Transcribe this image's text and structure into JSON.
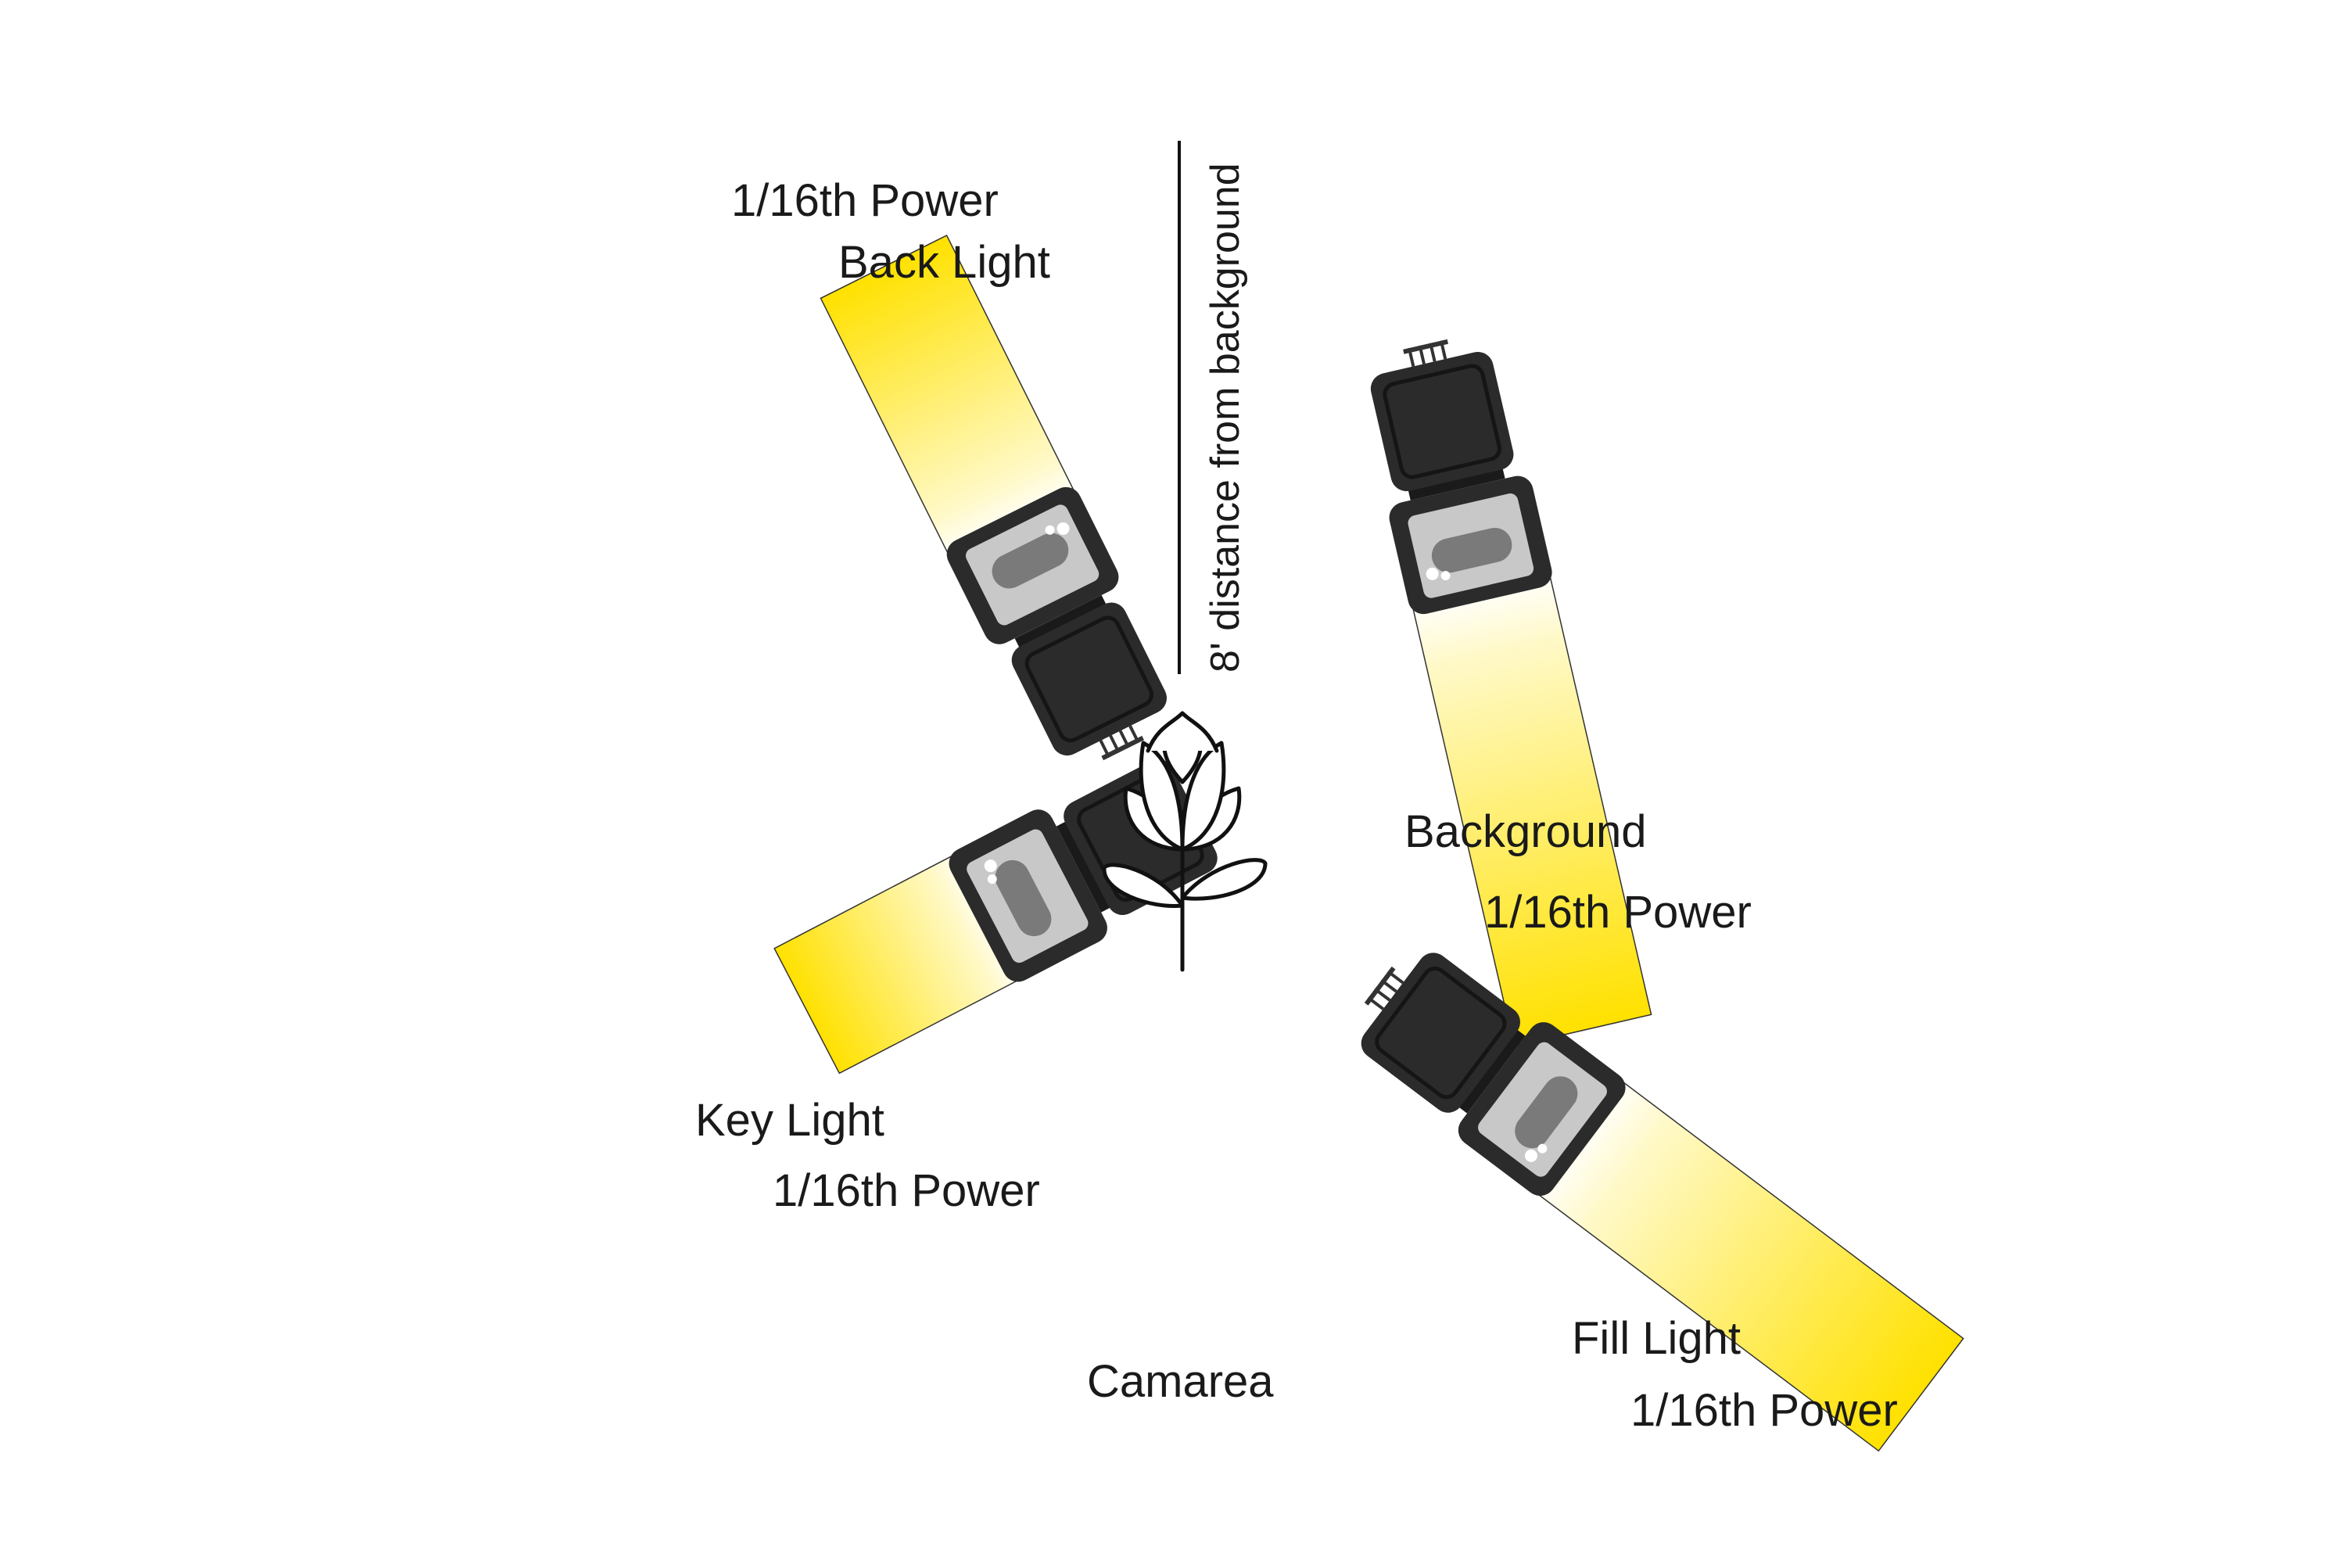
{
  "labels": {
    "back_light_power": "1/16th Power",
    "back_light": "Back Light",
    "distance": "8' distance from background",
    "background": "Background",
    "background_power": "1/16th Power",
    "key_light": "Key Light",
    "key_light_power": "1/16th Power",
    "fill_light": "Fill Light",
    "fill_light_power": "1/16th Power",
    "camera": "Camarea"
  },
  "icons": {
    "flash": "speedlight-flash-icon",
    "subject": "flower-icon"
  },
  "colors": {
    "beam": "#ffe100",
    "flash_body": "#2b2b2b",
    "flash_lens": "#c8c8c8",
    "text": "#1a1a1a"
  }
}
